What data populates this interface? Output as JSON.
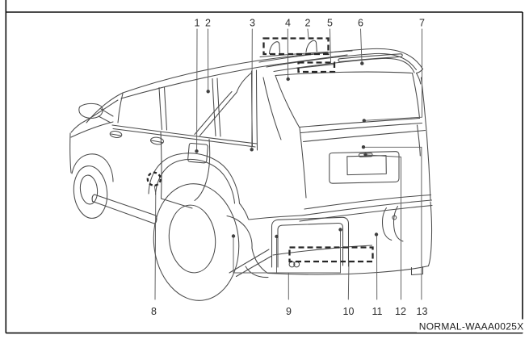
{
  "figure": {
    "code": "NORMAL-WAAA0025X",
    "background_color": "#ffffff",
    "frame_color": "#0f0f0f",
    "artwork_line_color": "#4a4a4a",
    "callout_text_color": "#2d2d2d"
  },
  "callouts": {
    "top": [
      {
        "label": "1"
      },
      {
        "label": "2"
      },
      {
        "label": "3"
      },
      {
        "label": "4"
      },
      {
        "label": "2"
      },
      {
        "label": "5"
      },
      {
        "label": "6"
      },
      {
        "label": "7"
      }
    ],
    "bottom": [
      {
        "label": "8"
      },
      {
        "label": "9"
      },
      {
        "label": "10"
      },
      {
        "label": "11"
      },
      {
        "label": "12"
      },
      {
        "label": "13"
      }
    ]
  }
}
